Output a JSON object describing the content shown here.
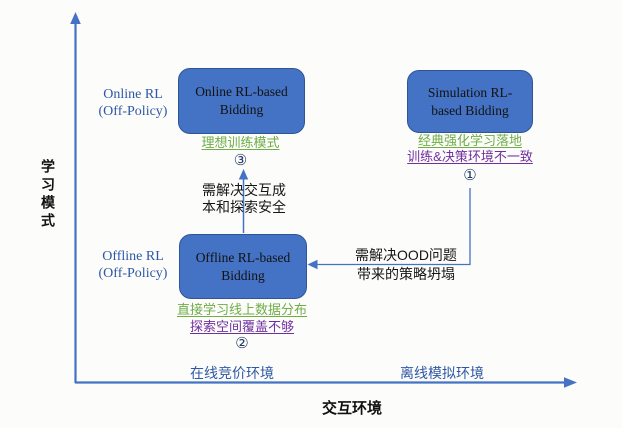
{
  "colors": {
    "axis_blue": "#4472C4",
    "box_fill": "#4472C4",
    "box_border": "#2F5597",
    "label_blue": "#2E58A6",
    "note_green": "#6FAD47",
    "note_purple": "#7030A0",
    "number_navy": "#1F3864"
  },
  "y_axis": {
    "title": "学习模式",
    "tick_top_line1": "Online RL",
    "tick_top_line2": "(Off-Policy)",
    "tick_bottom_line1": "Offline RL",
    "tick_bottom_line2": "(Off-Policy)"
  },
  "x_axis": {
    "title": "交互环境",
    "tick_left": "在线竞价环境",
    "tick_right": "离线模拟环境"
  },
  "boxes": {
    "online": {
      "line1": "Online RL-based",
      "line2": "Bidding",
      "note_green": "理想训练模式",
      "number": "③"
    },
    "simulation": {
      "line1": "Simulation RL-",
      "line2": "based Bidding",
      "note_green": "经典强化学习落地",
      "note_purple": "训练&决策环境不一致",
      "number": "①"
    },
    "offline": {
      "line1": "Offline RL-based",
      "line2": "Bidding",
      "note_green": "直接学习线上数据分布",
      "note_purple": "探索空间覆盖不够",
      "number": "②"
    }
  },
  "arrows": {
    "up_label_line1": "需解决交互成",
    "up_label_line2": "本和探索安全",
    "elbow_label_line1": "需解决OOD问题",
    "elbow_label_line2": "带来的策略坍塌"
  }
}
